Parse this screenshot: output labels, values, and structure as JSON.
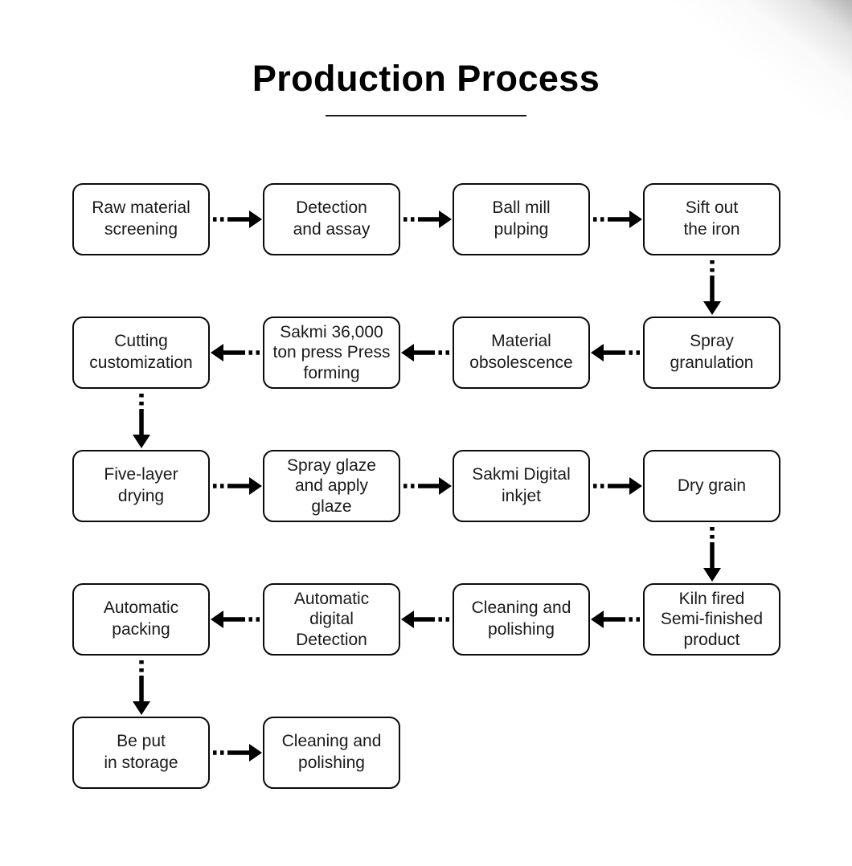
{
  "header": {
    "title": "Production Process"
  },
  "diagram": {
    "type": "flowchart",
    "direction": "boustrophedon",
    "nodes": [
      {
        "id": "n1",
        "label": "Raw material\nscreening",
        "row": 1,
        "col": 1
      },
      {
        "id": "n2",
        "label": "Detection\nand assay",
        "row": 1,
        "col": 2
      },
      {
        "id": "n3",
        "label": "Ball mill\npulping",
        "row": 1,
        "col": 3
      },
      {
        "id": "n4",
        "label": "Sift out\nthe iron",
        "row": 1,
        "col": 4
      },
      {
        "id": "n5",
        "label": "Spray\ngranulation",
        "row": 2,
        "col": 4
      },
      {
        "id": "n6",
        "label": "Material\nobsolescence",
        "row": 2,
        "col": 3
      },
      {
        "id": "n7",
        "label": "Sakmi 36,000\nton press Press\nforming",
        "row": 2,
        "col": 2
      },
      {
        "id": "n8",
        "label": "Cutting\ncustomization",
        "row": 2,
        "col": 1
      },
      {
        "id": "n9",
        "label": "Five-layer\ndrying",
        "row": 3,
        "col": 1
      },
      {
        "id": "n10",
        "label": "Spray glaze\nand apply\nglaze",
        "row": 3,
        "col": 2
      },
      {
        "id": "n11",
        "label": "Sakmi Digital\ninkjet",
        "row": 3,
        "col": 3
      },
      {
        "id": "n12",
        "label": "Dry grain",
        "row": 3,
        "col": 4
      },
      {
        "id": "n13",
        "label": "Kiln fired\nSemi-finished\nproduct",
        "row": 4,
        "col": 4
      },
      {
        "id": "n14",
        "label": "Cleaning and\npolishing",
        "row": 4,
        "col": 3
      },
      {
        "id": "n15",
        "label": "Automatic\ndigital\nDetection",
        "row": 4,
        "col": 2
      },
      {
        "id": "n16",
        "label": "Automatic\npacking",
        "row": 4,
        "col": 1
      },
      {
        "id": "n17",
        "label": "Be put\nin storage",
        "row": 5,
        "col": 1
      },
      {
        "id": "n18",
        "label": "Cleaning and\npolishing",
        "row": 5,
        "col": 2
      }
    ],
    "edges": [
      {
        "from": "n1",
        "to": "n2",
        "direction": "right"
      },
      {
        "from": "n2",
        "to": "n3",
        "direction": "right"
      },
      {
        "from": "n3",
        "to": "n4",
        "direction": "right"
      },
      {
        "from": "n4",
        "to": "n5",
        "direction": "down"
      },
      {
        "from": "n5",
        "to": "n6",
        "direction": "left"
      },
      {
        "from": "n6",
        "to": "n7",
        "direction": "left"
      },
      {
        "from": "n7",
        "to": "n8",
        "direction": "left"
      },
      {
        "from": "n8",
        "to": "n9",
        "direction": "down"
      },
      {
        "from": "n9",
        "to": "n10",
        "direction": "right"
      },
      {
        "from": "n10",
        "to": "n11",
        "direction": "right"
      },
      {
        "from": "n11",
        "to": "n12",
        "direction": "right"
      },
      {
        "from": "n12",
        "to": "n13",
        "direction": "down"
      },
      {
        "from": "n13",
        "to": "n14",
        "direction": "left"
      },
      {
        "from": "n14",
        "to": "n15",
        "direction": "left"
      },
      {
        "from": "n15",
        "to": "n16",
        "direction": "left"
      },
      {
        "from": "n16",
        "to": "n17",
        "direction": "down"
      },
      {
        "from": "n17",
        "to": "n18",
        "direction": "right"
      }
    ],
    "style": {
      "node_border_color": "#0b0b0b",
      "node_fill_color": "#ffffff",
      "text_color": "#1a1a1a",
      "arrow_color": "#000000",
      "background_color": "#ffffff"
    }
  }
}
